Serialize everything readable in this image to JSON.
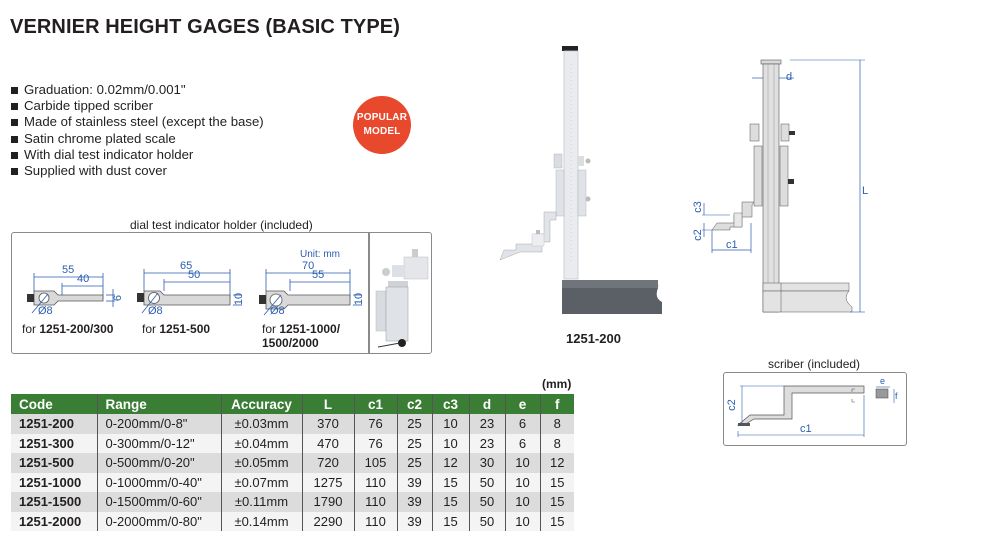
{
  "title": "VERNIER HEIGHT GAGES (BASIC TYPE)",
  "features": [
    "Graduation: 0.02mm/0.001\"",
    "Carbide tipped scriber",
    "Made of stainless steel (except the base)",
    "Satin chrome plated scale",
    "With dial test indicator holder",
    "Supplied with dust cover"
  ],
  "badge": {
    "line1": "POPULAR",
    "line2": "MODEL",
    "color": "#e8482c"
  },
  "holder": {
    "caption": "dial test indicator holder (included)",
    "unit_note": "Unit: mm",
    "variants": [
      {
        "overall": "55",
        "inner": "40",
        "thickness": "6",
        "hole": "Ø8",
        "for_prefix": "for ",
        "for_models": "1251-200/300",
        "for_models_line2": ""
      },
      {
        "overall": "65",
        "inner": "50",
        "thickness": "10",
        "hole": "Ø8",
        "for_prefix": "for ",
        "for_models": "1251-500",
        "for_models_line2": ""
      },
      {
        "overall": "70",
        "inner": "55",
        "thickness": "10",
        "hole": "Ø8",
        "for_prefix": "for ",
        "for_models": "1251-1000/",
        "for_models_line2": "1500/2000"
      }
    ]
  },
  "product": {
    "caption": "1251-200"
  },
  "drawing_labels": {
    "d": "d",
    "L": "L",
    "c1": "c1",
    "c2": "c2",
    "c3": "c3"
  },
  "scriber": {
    "caption": "scriber (included)",
    "c1": "c1",
    "c2": "c2",
    "e": "e",
    "f": "f"
  },
  "table": {
    "unit": "(mm)",
    "header_color": "#3a7d35",
    "columns": [
      "Code",
      "Range",
      "Accuracy",
      "L",
      "c1",
      "c2",
      "c3",
      "d",
      "e",
      "f"
    ],
    "rows": [
      [
        "1251-200",
        "0-200mm/0-8\"",
        "±0.03mm",
        "370",
        "76",
        "25",
        "10",
        "23",
        "6",
        "8"
      ],
      [
        "1251-300",
        "0-300mm/0-12\"",
        "±0.04mm",
        "470",
        "76",
        "25",
        "10",
        "23",
        "6",
        "8"
      ],
      [
        "1251-500",
        "0-500mm/0-20\"",
        "±0.05mm",
        "720",
        "105",
        "25",
        "12",
        "30",
        "10",
        "12"
      ],
      [
        "1251-1000",
        "0-1000mm/0-40\"",
        "±0.07mm",
        "1275",
        "110",
        "39",
        "15",
        "50",
        "10",
        "15"
      ],
      [
        "1251-1500",
        "0-1500mm/0-60\"",
        "±0.11mm",
        "1790",
        "110",
        "39",
        "15",
        "50",
        "10",
        "15"
      ],
      [
        "1251-2000",
        "0-2000mm/0-80\"",
        "±0.14mm",
        "2290",
        "110",
        "39",
        "15",
        "50",
        "10",
        "15"
      ]
    ]
  }
}
